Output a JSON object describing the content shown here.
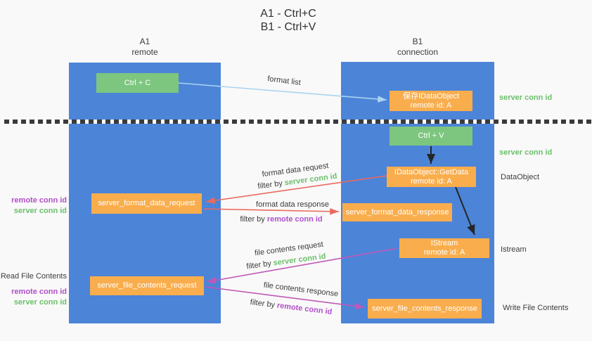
{
  "title": {
    "line1": "A1 - Ctrl+C",
    "line2": "B1 - Ctrl+V"
  },
  "lanes": {
    "left": {
      "name": "A1",
      "role": "remote"
    },
    "right": {
      "name": "B1",
      "role": "connection"
    }
  },
  "nodes": {
    "ctrl_c": "Ctrl + C",
    "ctrl_v": "Ctrl + V",
    "save_idataobject": {
      "title": "保存IDataObject",
      "subtitle": "remote id: A"
    },
    "idataobject_getdata": {
      "title": "IDataObject::GetData",
      "subtitle": "remote id: A"
    },
    "istream": {
      "title": "IStream",
      "subtitle": "remote id: A"
    },
    "server_format_data_request": "server_format_data_request",
    "server_format_data_response": "server_format_data_response",
    "server_file_contents_request": "server_file_contents_request",
    "server_file_contents_response": "server_file_contents_response"
  },
  "edges": {
    "format_list": "format list",
    "format_data_request": "format data request",
    "format_data_response": "format data response",
    "file_contents_request": "file contents request",
    "file_contents_response": "file contents response"
  },
  "terms": {
    "filter_by": "filter by",
    "server_conn_id": "server conn id",
    "remote_conn_id": "remote conn id"
  },
  "annotations": {
    "read_file_contents": "Read File Contents",
    "write_file_contents": "Write File Contents",
    "dataobject": "DataObject",
    "istream": "Istream"
  },
  "colors": {
    "lane_blue": "#4c84d8",
    "node_green": "#7dc67f",
    "node_orange": "#f9ad4c",
    "conn_id_green": "#6cbf6c",
    "conn_id_purple": "#b050c8",
    "arrow_red": "#e96a5f",
    "arrow_magenta": "#c058b8",
    "arrow_lightblue": "#aad4f0",
    "arrow_black": "#262626"
  }
}
